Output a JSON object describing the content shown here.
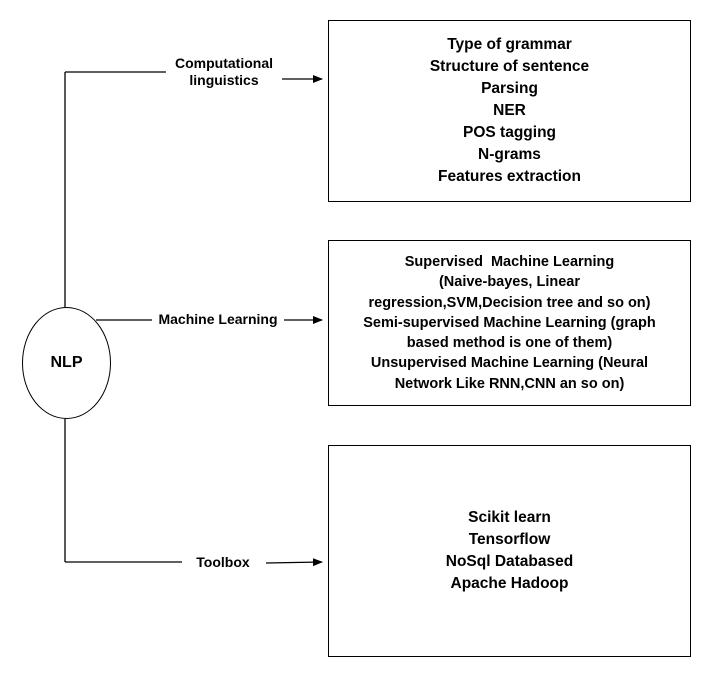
{
  "center": {
    "label": "NLP"
  },
  "branches": [
    {
      "label_lines": [
        "Computational",
        "linguistics"
      ],
      "items": [
        "Type of grammar",
        "Structure of sentence",
        "Parsing",
        "NER",
        "POS tagging",
        "N-grams",
        "Features extraction"
      ]
    },
    {
      "label_lines": [
        "Machine Learning"
      ],
      "items": [
        "Supervised  Machine Learning",
        "(Naive-bayes, Linear",
        "regression,SVM,Decision tree and so on)",
        "Semi-supervised Machine Learning (graph",
        "based method is one of them)",
        "Unsupervised Machine Learning (Neural",
        "Network Like RNN,CNN an so on)"
      ]
    },
    {
      "label_lines": [
        "Toolbox"
      ],
      "items": [
        "Scikit learn",
        "Tensorflow",
        "NoSql Databased",
        "Apache Hadoop"
      ]
    }
  ]
}
